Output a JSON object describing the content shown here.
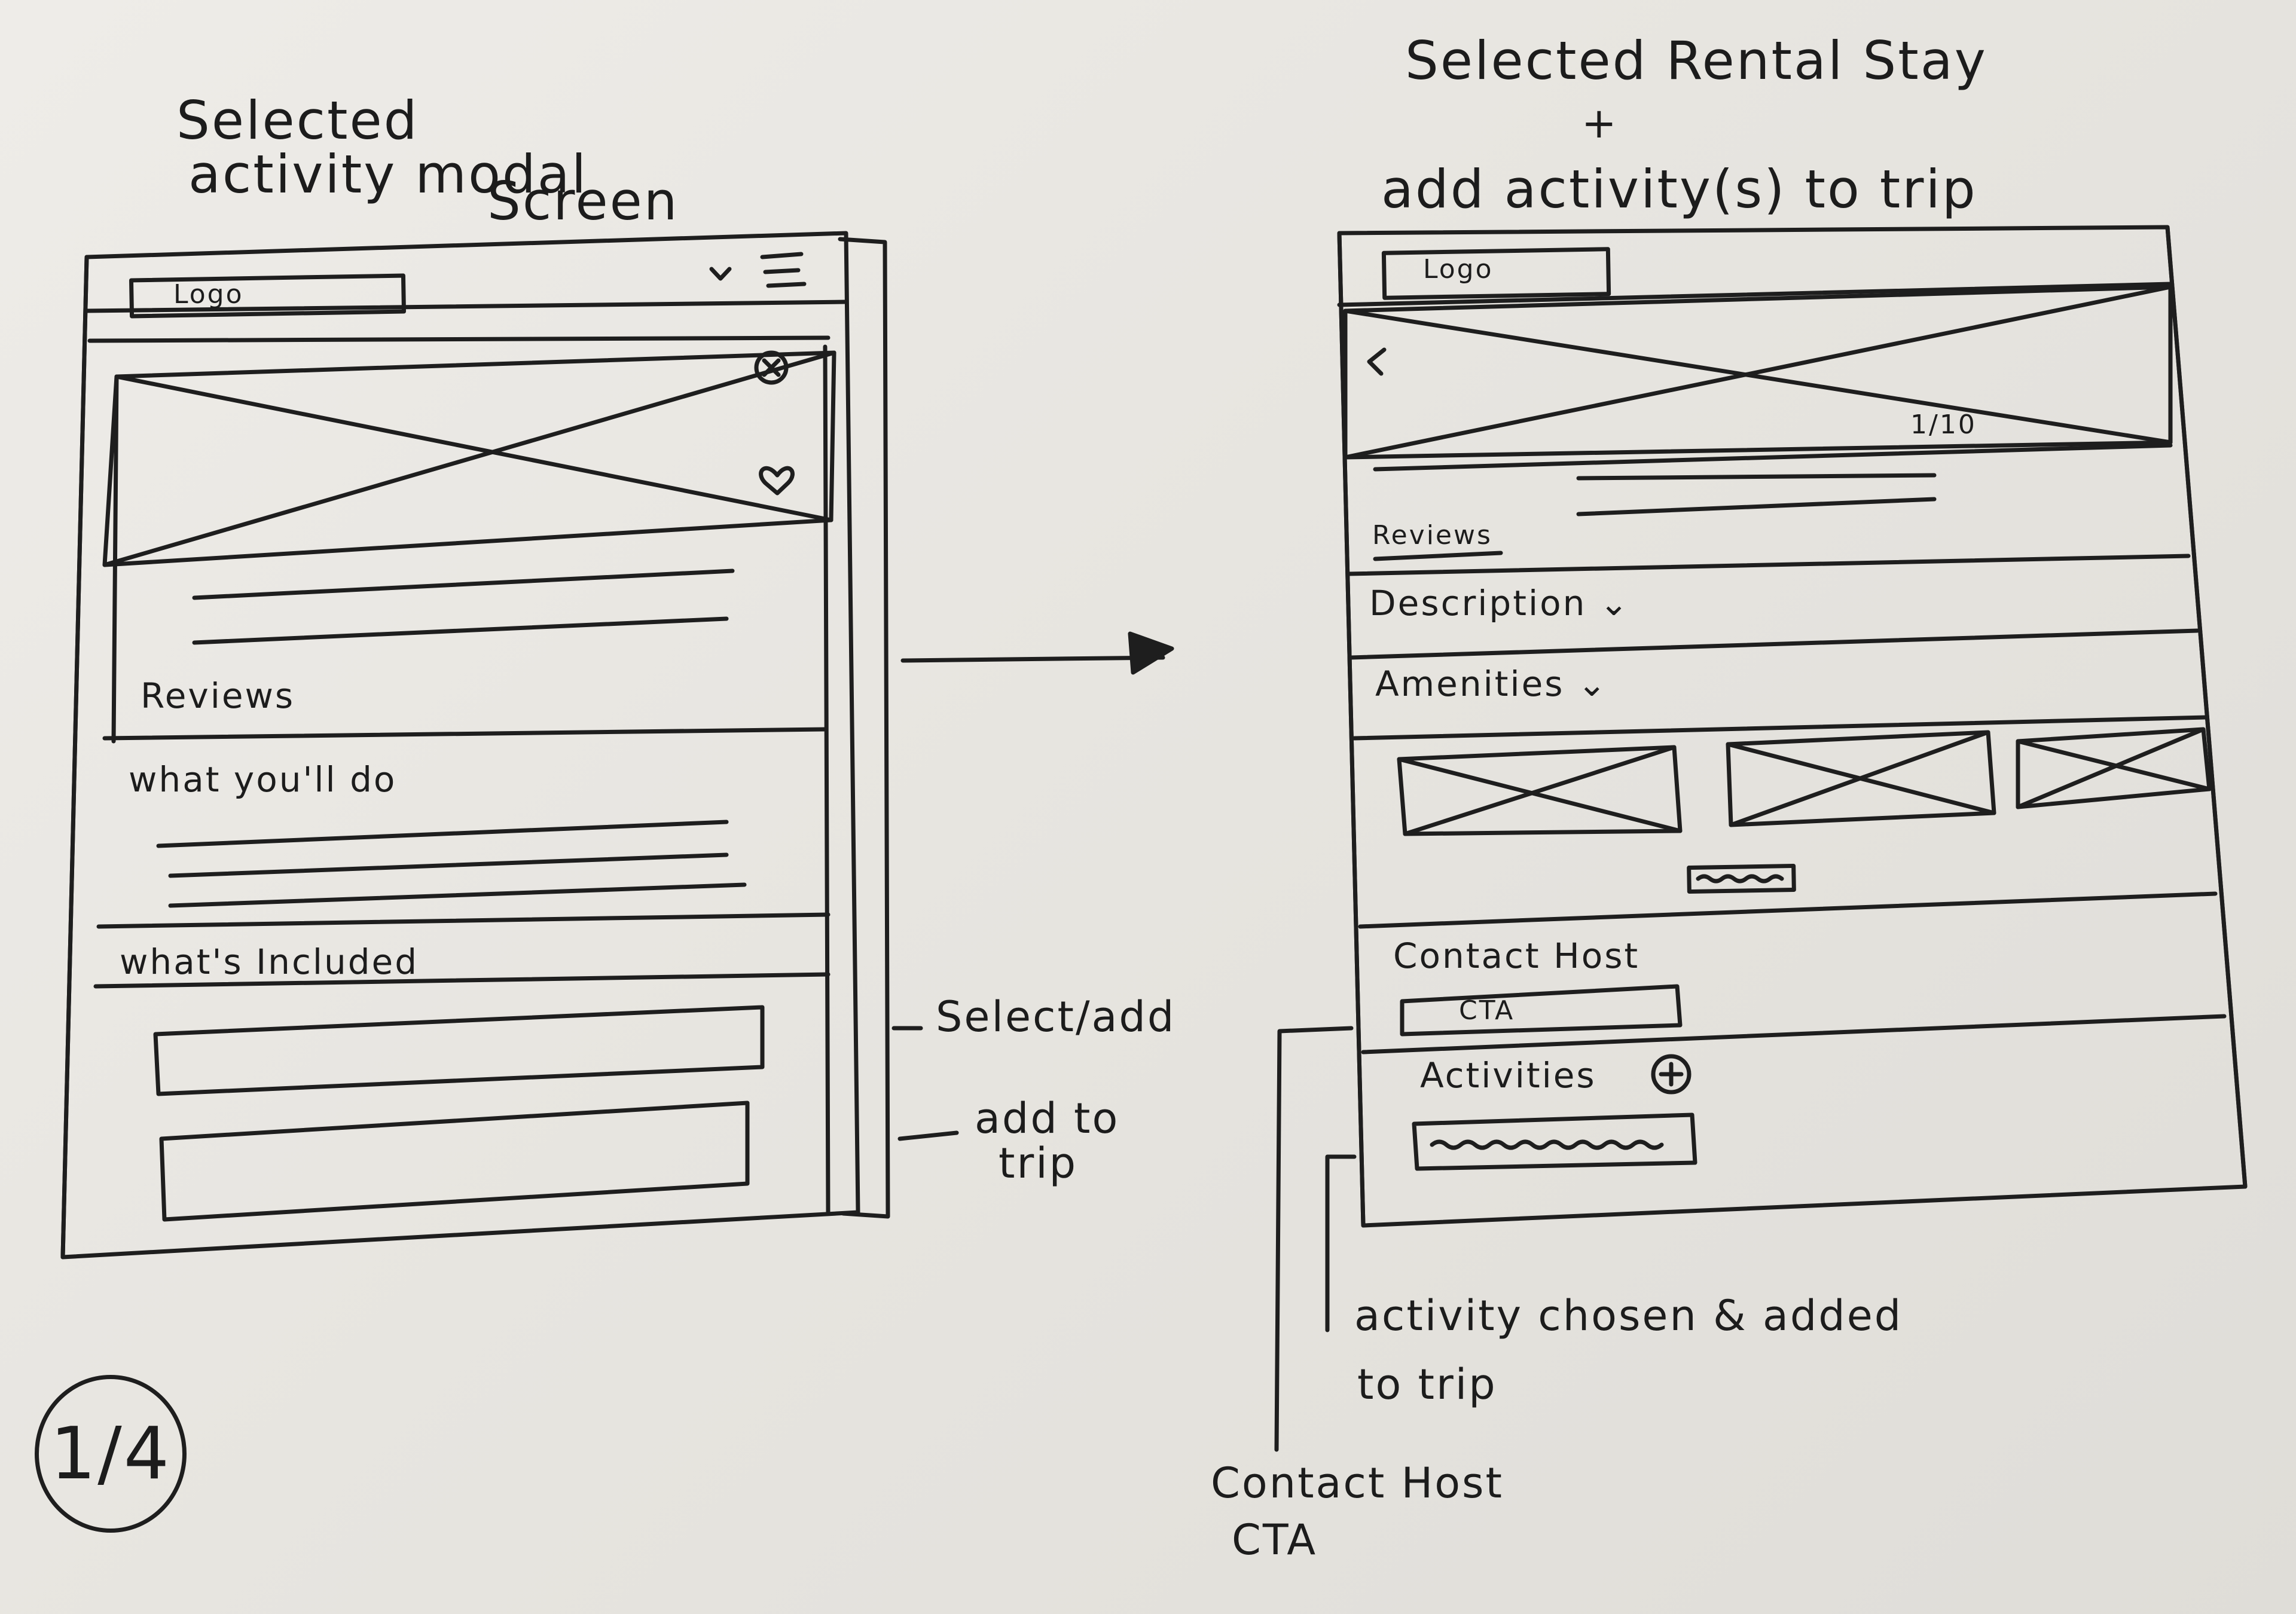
{
  "left_screen": {
    "title_line1": "Selected",
    "title_line2": "activity modal",
    "title_line3": "Screen",
    "logo": "Logo",
    "reviews": "Reviews",
    "what_youll_do": "what you'll do",
    "whats_included": "what's Included"
  },
  "left_annotations": {
    "select_add": "Select/add",
    "add_to_trip_1": "add to",
    "add_to_trip_2": "trip"
  },
  "right_screen": {
    "title_line1": "Selected Rental Stay",
    "title_plus": "+",
    "title_line2": "add activity(s) to trip",
    "logo": "Logo",
    "image_counter": "1/10",
    "reviews": "Reviews",
    "description": "Description",
    "amenities": "Amenities",
    "contact_host": "Contact Host",
    "cta": "CTA",
    "activities": "Activities"
  },
  "right_annotations": {
    "activity_added_1": "activity chosen & added",
    "activity_added_2": "to trip",
    "contact_host_cta_1": "Contact Host",
    "contact_host_cta_2": "CTA"
  },
  "page_counter": "1/4",
  "icons": {
    "close": "close-icon",
    "favorite": "heart-icon",
    "chevron": "chevron-down-icon",
    "menu": "hamburger-menu-icon",
    "back": "chevron-left-icon",
    "add": "plus-circle-icon"
  }
}
